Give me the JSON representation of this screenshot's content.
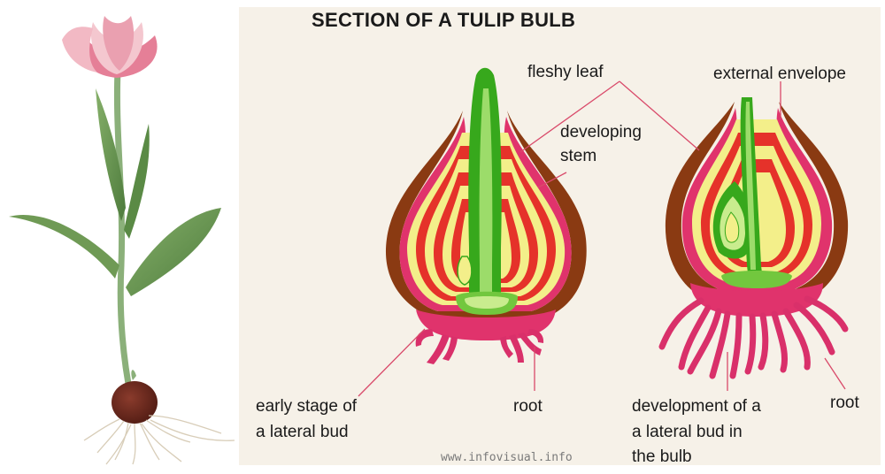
{
  "diagram": {
    "title": "SECTION OF A TULIP BULB",
    "labels": {
      "fleshy_leaf": "fleshy leaf",
      "external_envelope": "external envelope",
      "developing_stem_1": "developing",
      "developing_stem_2": "stem",
      "early_stage_1": "early stage of",
      "early_stage_2": "a lateral bud",
      "root_left": "root",
      "development_1": "development of a",
      "development_2": "a lateral bud in",
      "development_3": "the bulb",
      "root_right": "root"
    },
    "credit": "www.infovisual.info"
  },
  "colors": {
    "background_panel": "#f6f1e8",
    "envelope_brown": "#8a3a12",
    "scale_magenta": "#e0336c",
    "scale_red": "#e5322a",
    "scale_yellow": "#f3ef8a",
    "stem_green": "#37a81c",
    "stem_light": "#9cdc6a",
    "root_pink": "#d9306a",
    "leader_line": "#d94a6a",
    "tulip_petal": "#e98aa0",
    "tulip_leaf": "#5f8f4a"
  }
}
